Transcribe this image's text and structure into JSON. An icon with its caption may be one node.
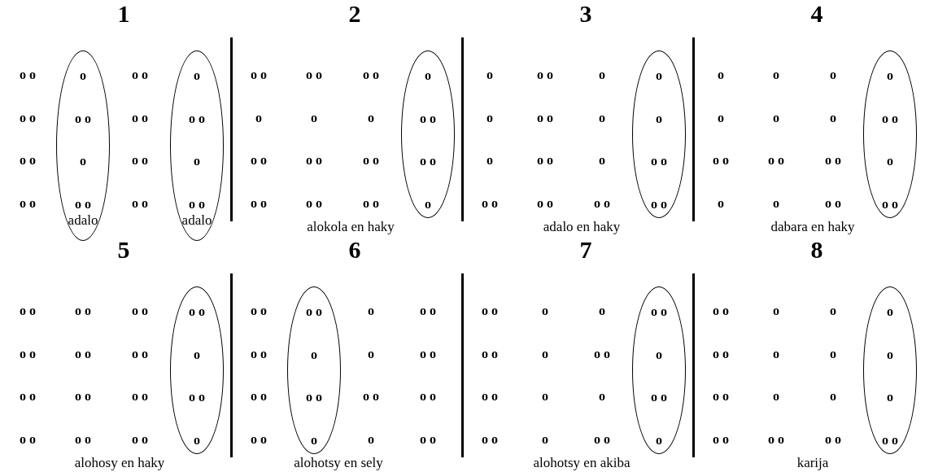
{
  "diagram": {
    "nodes": [
      {
        "text": [
          "o",
          "o o",
          "o",
          "o o",
          "adalo"
        ]
      },
      {
        "text": [
          "o",
          "o o",
          "o",
          "o o",
          "adalo"
        ]
      },
      {
        "text": [
          "o",
          "o o",
          "o o",
          "o"
        ]
      },
      {
        "text": [
          "o",
          "o",
          "o o",
          "o o"
        ]
      },
      {
        "text": [
          "o",
          "o o",
          "o",
          "o o"
        ]
      },
      {
        "text": [
          "o o",
          "o",
          "o o",
          "o"
        ]
      },
      {
        "text": [
          "o o",
          "o",
          "o o",
          "o"
        ]
      },
      {
        "text": [
          "o o",
          "o",
          "o o",
          "o"
        ]
      },
      {
        "text": [
          "o",
          "o",
          "o",
          "o o"
        ]
      }
    ],
    "labels": [
      "1",
      "o o",
      "o o",
      "o o",
      "o o",
      "o o",
      "o o",
      "o o",
      "o o",
      "2",
      "o o",
      "o o",
      "o o",
      "o",
      "o",
      "o",
      "o o",
      "o o",
      "o o",
      "o o",
      "o o",
      "o o",
      "alokola en haky",
      "3",
      "o",
      "o o",
      "o",
      "o",
      "o o",
      "o",
      "o",
      "o o",
      "o",
      "o o",
      "o o",
      "o o",
      "adalo en haky",
      "4",
      "o",
      "o",
      "o",
      "o",
      "o",
      "o",
      "o o",
      "o o",
      "o o",
      "o",
      "o",
      "o o",
      "dabara en haky",
      "5",
      "o o",
      "o o",
      "o o",
      "o o",
      "o o",
      "o o",
      "o o",
      "o o",
      "o o",
      "o o",
      "o o",
      "o o",
      "alohosy en haky",
      "6",
      "o o",
      "o",
      "o o",
      "o o",
      "o",
      "o o",
      "o o",
      "o o",
      "o o",
      "o o",
      "o",
      "o o",
      "alohotsy en sely",
      "7",
      "o o",
      "o",
      "o",
      "o o",
      "o",
      "o o",
      "o o",
      "o",
      "o",
      "o o",
      "o",
      "o o",
      "alohotsy en akiba",
      "8",
      "o o",
      "o",
      "o",
      "o o",
      "o",
      "o",
      "o o",
      "o",
      "o",
      "o o",
      "o o",
      "o o",
      "karija"
    ]
  }
}
